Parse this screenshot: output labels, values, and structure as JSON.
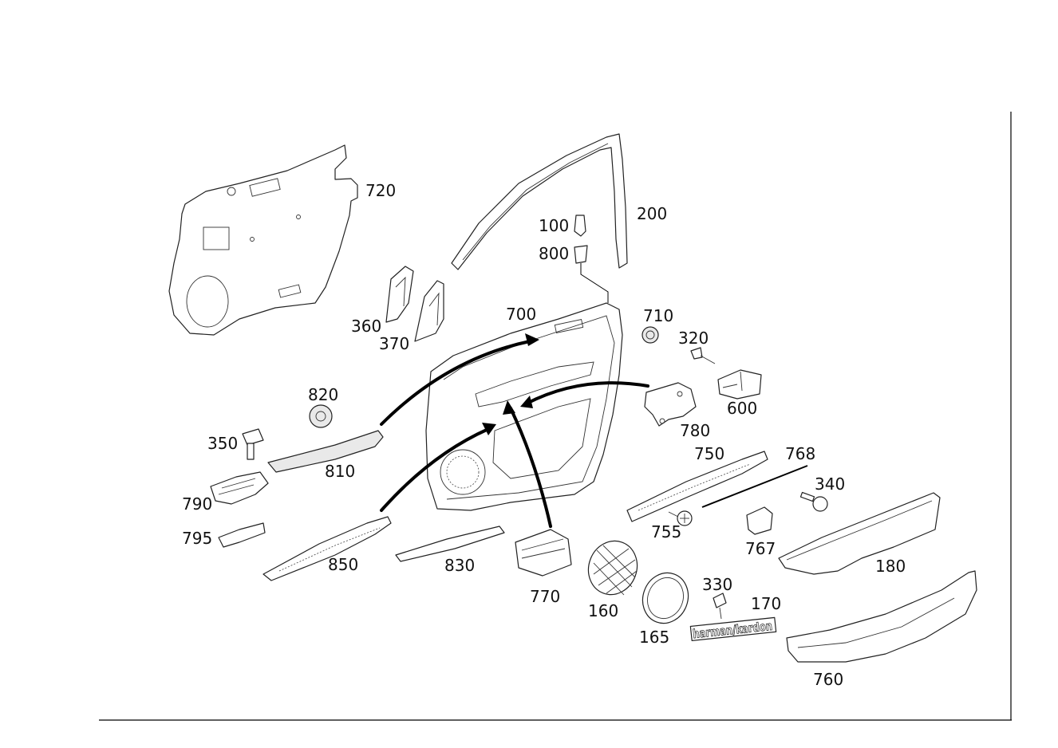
{
  "callouts": [
    {
      "id": "720",
      "label": "720"
    },
    {
      "id": "200",
      "label": "200"
    },
    {
      "id": "100",
      "label": "100"
    },
    {
      "id": "800",
      "label": "800"
    },
    {
      "id": "360",
      "label": "360"
    },
    {
      "id": "370",
      "label": "370"
    },
    {
      "id": "700",
      "label": "700"
    },
    {
      "id": "710",
      "label": "710"
    },
    {
      "id": "320",
      "label": "320"
    },
    {
      "id": "600",
      "label": "600"
    },
    {
      "id": "780",
      "label": "780"
    },
    {
      "id": "820",
      "label": "820"
    },
    {
      "id": "350",
      "label": "350"
    },
    {
      "id": "810",
      "label": "810"
    },
    {
      "id": "790",
      "label": "790"
    },
    {
      "id": "795",
      "label": "795"
    },
    {
      "id": "850",
      "label": "850"
    },
    {
      "id": "830",
      "label": "830"
    },
    {
      "id": "770",
      "label": "770"
    },
    {
      "id": "160",
      "label": "160"
    },
    {
      "id": "165",
      "label": "165"
    },
    {
      "id": "750",
      "label": "750"
    },
    {
      "id": "768",
      "label": "768"
    },
    {
      "id": "340",
      "label": "340"
    },
    {
      "id": "755",
      "label": "755"
    },
    {
      "id": "767",
      "label": "767"
    },
    {
      "id": "180",
      "label": "180"
    },
    {
      "id": "330",
      "label": "330"
    },
    {
      "id": "170",
      "label": "170"
    },
    {
      "id": "760",
      "label": "760"
    }
  ],
  "emblem_text": "harman/kardon",
  "colors": {
    "line": "#222222",
    "background": "#ffffff",
    "arrow": "#000000"
  }
}
